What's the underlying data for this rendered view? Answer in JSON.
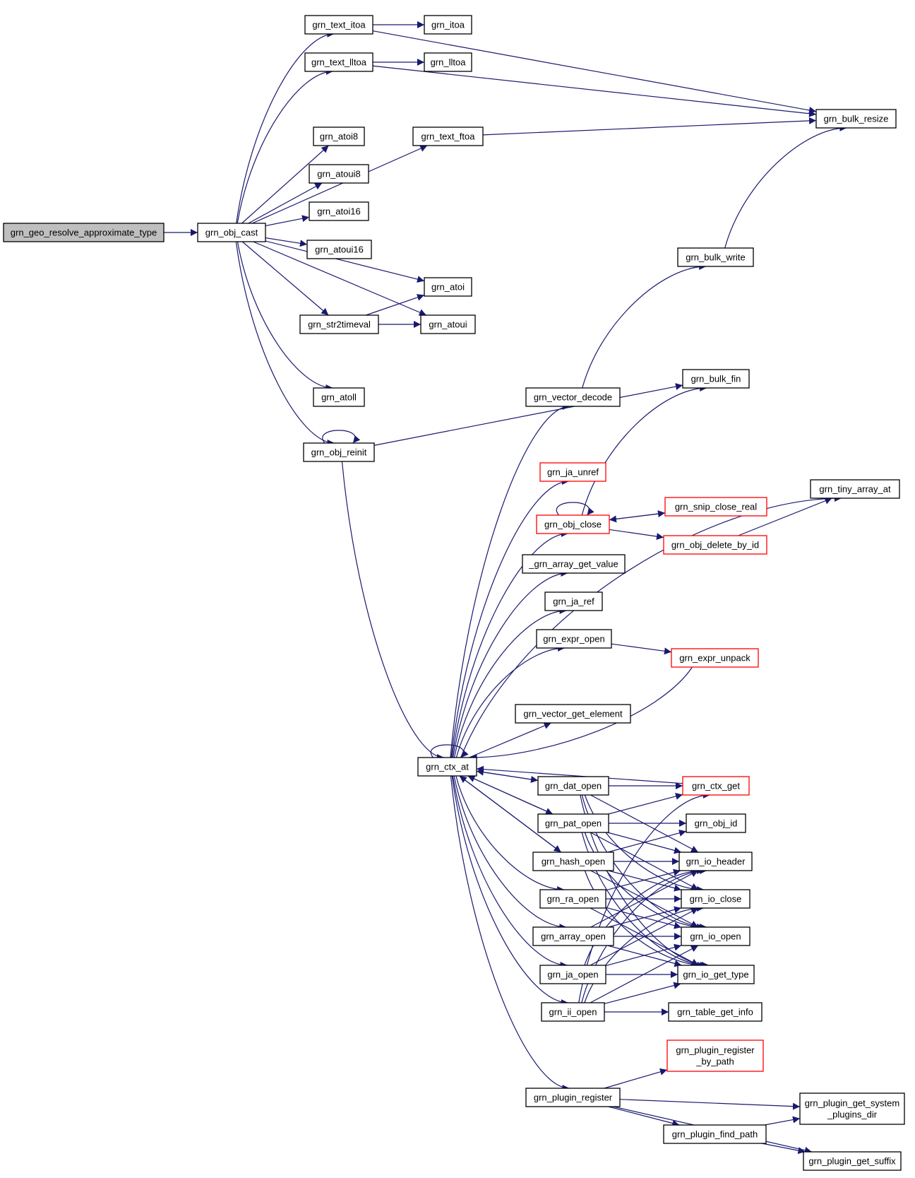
{
  "colors": {
    "edge": "#191970",
    "node_border": "#000000",
    "node_border_incomplete": "#ff0000",
    "root_fill": "#bfbfbf",
    "node_fill": "#ffffff",
    "text": "#000000"
  },
  "nodes": [
    {
      "id": "root",
      "label": [
        "grn_geo_resolve_approximate_type"
      ],
      "style": "root"
    },
    {
      "id": "obj_cast",
      "label": [
        "grn_obj_cast"
      ]
    },
    {
      "id": "text_itoa",
      "label": [
        "grn_text_itoa"
      ]
    },
    {
      "id": "text_lltoa",
      "label": [
        "grn_text_lltoa"
      ]
    },
    {
      "id": "text_ftoa",
      "label": [
        "grn_text_ftoa"
      ]
    },
    {
      "id": "atoi8",
      "label": [
        "grn_atoi8"
      ]
    },
    {
      "id": "atoui8",
      "label": [
        "grn_atoui8"
      ]
    },
    {
      "id": "atoi16",
      "label": [
        "grn_atoi16"
      ]
    },
    {
      "id": "atoui16",
      "label": [
        "grn_atoui16"
      ]
    },
    {
      "id": "atoi",
      "label": [
        "grn_atoi"
      ]
    },
    {
      "id": "str2timeval",
      "label": [
        "grn_str2timeval"
      ]
    },
    {
      "id": "atoui",
      "label": [
        "grn_atoui"
      ]
    },
    {
      "id": "atoll",
      "label": [
        "grn_atoll"
      ]
    },
    {
      "id": "obj_reinit",
      "label": [
        "grn_obj_reinit"
      ]
    },
    {
      "id": "itoa",
      "label": [
        "grn_itoa"
      ]
    },
    {
      "id": "lltoa",
      "label": [
        "grn_lltoa"
      ]
    },
    {
      "id": "bulk_resize",
      "label": [
        "grn_bulk_resize"
      ]
    },
    {
      "id": "bulk_write",
      "label": [
        "grn_bulk_write"
      ]
    },
    {
      "id": "bulk_fin",
      "label": [
        "grn_bulk_fin"
      ]
    },
    {
      "id": "vector_decode",
      "label": [
        "grn_vector_decode"
      ]
    },
    {
      "id": "ja_unref",
      "label": [
        "grn_ja_unref"
      ],
      "style": "red"
    },
    {
      "id": "obj_close",
      "label": [
        "grn_obj_close"
      ],
      "style": "red"
    },
    {
      "id": "array_get_value",
      "label": [
        "_grn_array_get_value"
      ]
    },
    {
      "id": "ja_ref",
      "label": [
        "grn_ja_ref"
      ]
    },
    {
      "id": "expr_open",
      "label": [
        "grn_expr_open"
      ]
    },
    {
      "id": "vector_get_element",
      "label": [
        "grn_vector_get_element"
      ]
    },
    {
      "id": "ctx_at",
      "label": [
        "grn_ctx_at"
      ]
    },
    {
      "id": "tiny_array_at",
      "label": [
        "grn_tiny_array_at"
      ]
    },
    {
      "id": "snip_close_real",
      "label": [
        "grn_snip_close_real"
      ],
      "style": "red"
    },
    {
      "id": "obj_delete_by_id",
      "label": [
        "grn_obj_delete_by_id"
      ],
      "style": "red"
    },
    {
      "id": "expr_unpack",
      "label": [
        "grn_expr_unpack"
      ],
      "style": "red"
    },
    {
      "id": "dat_open",
      "label": [
        "grn_dat_open"
      ]
    },
    {
      "id": "pat_open",
      "label": [
        "grn_pat_open"
      ]
    },
    {
      "id": "hash_open",
      "label": [
        "grn_hash_open"
      ]
    },
    {
      "id": "ra_open",
      "label": [
        "grn_ra_open"
      ]
    },
    {
      "id": "array_open",
      "label": [
        "grn_array_open"
      ]
    },
    {
      "id": "ja_open",
      "label": [
        "grn_ja_open"
      ]
    },
    {
      "id": "ii_open",
      "label": [
        "grn_ii_open"
      ]
    },
    {
      "id": "ctx_get",
      "label": [
        "grn_ctx_get"
      ],
      "style": "red"
    },
    {
      "id": "obj_id",
      "label": [
        "grn_obj_id"
      ]
    },
    {
      "id": "io_header",
      "label": [
        "grn_io_header"
      ]
    },
    {
      "id": "io_close",
      "label": [
        "grn_io_close"
      ]
    },
    {
      "id": "io_open",
      "label": [
        "grn_io_open"
      ]
    },
    {
      "id": "io_get_type",
      "label": [
        "grn_io_get_type"
      ]
    },
    {
      "id": "table_get_info",
      "label": [
        "grn_table_get_info"
      ]
    },
    {
      "id": "plugin_register_by_path",
      "label": [
        "grn_plugin_register",
        "_by_path"
      ],
      "style": "red"
    },
    {
      "id": "plugin_register",
      "label": [
        "grn_plugin_register"
      ]
    },
    {
      "id": "plugin_find_path",
      "label": [
        "grn_plugin_find_path"
      ]
    },
    {
      "id": "plugin_get_system_plugins_dir",
      "label": [
        "grn_plugin_get_system",
        "_plugins_dir"
      ]
    },
    {
      "id": "plugin_get_suffix",
      "label": [
        "grn_plugin_get_suffix"
      ]
    }
  ],
  "edges": [
    [
      "root",
      "obj_cast"
    ],
    [
      "obj_cast",
      "text_itoa"
    ],
    [
      "obj_cast",
      "text_lltoa"
    ],
    [
      "obj_cast",
      "text_ftoa"
    ],
    [
      "obj_cast",
      "atoi8"
    ],
    [
      "obj_cast",
      "atoui8"
    ],
    [
      "obj_cast",
      "atoi16"
    ],
    [
      "obj_cast",
      "atoui16"
    ],
    [
      "obj_cast",
      "atoi"
    ],
    [
      "obj_cast",
      "str2timeval"
    ],
    [
      "obj_cast",
      "atoui"
    ],
    [
      "obj_cast",
      "atoll"
    ],
    [
      "obj_cast",
      "obj_reinit"
    ],
    [
      "text_itoa",
      "itoa"
    ],
    [
      "text_itoa",
      "bulk_resize"
    ],
    [
      "text_lltoa",
      "lltoa"
    ],
    [
      "text_lltoa",
      "bulk_resize"
    ],
    [
      "text_ftoa",
      "bulk_resize"
    ],
    [
      "str2timeval",
      "atoi"
    ],
    [
      "str2timeval",
      "atoui"
    ],
    [
      "obj_reinit",
      "obj_reinit"
    ],
    [
      "obj_reinit",
      "bulk_fin"
    ],
    [
      "obj_reinit",
      "ctx_at"
    ],
    [
      "bulk_write",
      "bulk_resize"
    ],
    [
      "vector_decode",
      "bulk_write"
    ],
    [
      "ctx_at",
      "ctx_at"
    ],
    [
      "ctx_at",
      "vector_decode"
    ],
    [
      "ctx_at",
      "tiny_array_at"
    ],
    [
      "ctx_at",
      "ja_unref"
    ],
    [
      "ctx_at",
      "obj_close"
    ],
    [
      "ctx_at",
      "array_get_value"
    ],
    [
      "ctx_at",
      "ja_ref"
    ],
    [
      "ctx_at",
      "expr_open"
    ],
    [
      "ctx_at",
      "vector_get_element"
    ],
    [
      "ctx_at",
      "dat_open"
    ],
    [
      "ctx_at",
      "pat_open"
    ],
    [
      "ctx_at",
      "hash_open"
    ],
    [
      "ctx_at",
      "ra_open"
    ],
    [
      "ctx_at",
      "array_open"
    ],
    [
      "ctx_at",
      "ja_open"
    ],
    [
      "ctx_at",
      "ii_open"
    ],
    [
      "ctx_at",
      "plugin_register"
    ],
    [
      "obj_close",
      "obj_close"
    ],
    [
      "obj_close",
      "bulk_fin"
    ],
    [
      "obj_close",
      "snip_close_real"
    ],
    [
      "obj_close",
      "obj_delete_by_id"
    ],
    [
      "snip_close_real",
      "obj_close"
    ],
    [
      "obj_delete_by_id",
      "tiny_array_at"
    ],
    [
      "expr_open",
      "expr_unpack"
    ],
    [
      "expr_unpack",
      "ctx_at"
    ],
    [
      "dat_open",
      "ctx_at"
    ],
    [
      "dat_open",
      "ctx_get"
    ],
    [
      "dat_open",
      "io_header"
    ],
    [
      "dat_open",
      "io_close"
    ],
    [
      "dat_open",
      "io_open"
    ],
    [
      "dat_open",
      "io_get_type"
    ],
    [
      "pat_open",
      "ctx_at"
    ],
    [
      "pat_open",
      "ctx_get"
    ],
    [
      "pat_open",
      "obj_id"
    ],
    [
      "pat_open",
      "io_header"
    ],
    [
      "pat_open",
      "io_close"
    ],
    [
      "pat_open",
      "io_open"
    ],
    [
      "pat_open",
      "io_get_type"
    ],
    [
      "hash_open",
      "ctx_at"
    ],
    [
      "hash_open",
      "obj_id"
    ],
    [
      "hash_open",
      "io_header"
    ],
    [
      "hash_open",
      "io_close"
    ],
    [
      "hash_open",
      "io_open"
    ],
    [
      "hash_open",
      "io_get_type"
    ],
    [
      "ra_open",
      "io_header"
    ],
    [
      "ra_open",
      "io_close"
    ],
    [
      "ra_open",
      "io_open"
    ],
    [
      "ra_open",
      "io_get_type"
    ],
    [
      "array_open",
      "io_header"
    ],
    [
      "array_open",
      "io_close"
    ],
    [
      "array_open",
      "io_open"
    ],
    [
      "array_open",
      "io_get_type"
    ],
    [
      "ja_open",
      "io_header"
    ],
    [
      "ja_open",
      "io_close"
    ],
    [
      "ja_open",
      "io_open"
    ],
    [
      "ja_open",
      "io_get_type"
    ],
    [
      "ii_open",
      "ctx_get"
    ],
    [
      "ii_open",
      "io_header"
    ],
    [
      "ii_open",
      "io_close"
    ],
    [
      "ii_open",
      "io_open"
    ],
    [
      "ii_open",
      "io_get_type"
    ],
    [
      "ii_open",
      "table_get_info"
    ],
    [
      "ctx_get",
      "ctx_at"
    ],
    [
      "plugin_register",
      "plugin_register_by_path"
    ],
    [
      "plugin_register",
      "plugin_find_path"
    ],
    [
      "plugin_register",
      "plugin_get_system_plugins_dir"
    ],
    [
      "plugin_register",
      "plugin_get_suffix"
    ],
    [
      "plugin_find_path",
      "plugin_get_system_plugins_dir"
    ],
    [
      "plugin_find_path",
      "plugin_get_suffix"
    ]
  ]
}
